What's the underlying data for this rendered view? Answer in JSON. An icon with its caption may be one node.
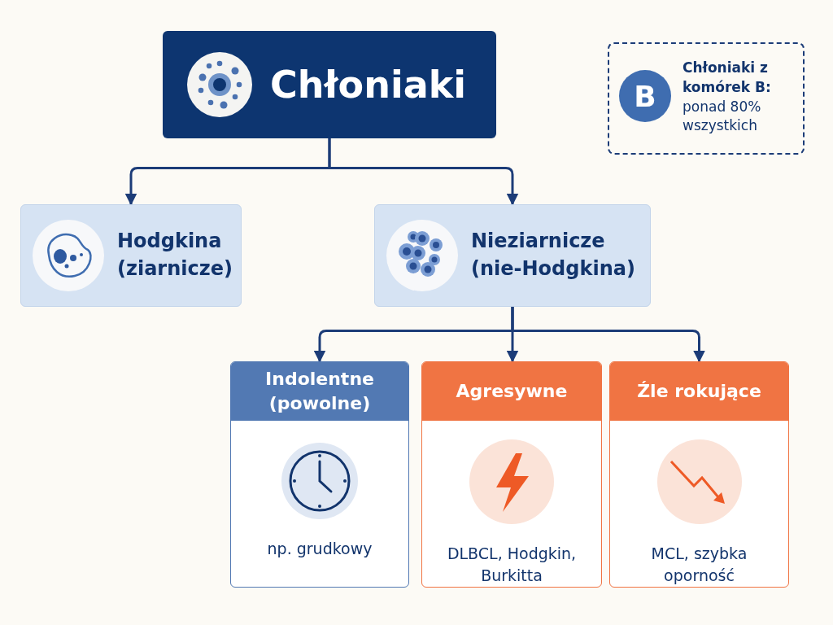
{
  "diagram": {
    "nodes": [
      {
        "text": [
          "Chłoniaki"
        ]
      },
      {
        "text": [
          "Hodgkina (ziarnicze)"
        ]
      },
      {
        "text": [
          "Nieziarnicze (nie-Hodgkina)"
        ]
      },
      {
        "text": [
          "Indolentne (powolne)",
          "np. grudkowy"
        ]
      },
      {
        "text": [
          "Agresywne",
          "DLBCL, Hodgkin, Burkitta"
        ]
      },
      {
        "text": [
          "Źle rokujące",
          "MCL, szybka oporność"
        ]
      },
      {
        "text": [
          "Chłoniaki z komórek B:",
          "ponad 80% wszystkich"
        ]
      },
      {
        "text": [
          "B"
        ],
        "in": 6
      }
    ],
    "edges": [
      {
        "from": 0,
        "to": 1,
        "arrow": "to"
      },
      {
        "from": 0,
        "to": 2,
        "arrow": "to"
      },
      {
        "from": 2,
        "to": 3,
        "arrow": "to"
      },
      {
        "from": 2,
        "to": 4,
        "arrow": "to"
      },
      {
        "from": 2,
        "to": 5,
        "arrow": "to"
      }
    ]
  }
}
